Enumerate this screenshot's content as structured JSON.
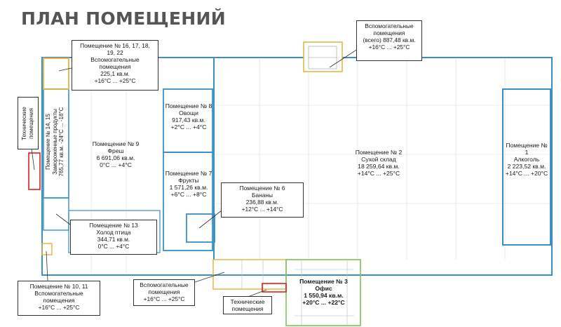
{
  "title": "ПЛАН ПОМЕЩЕНИЙ",
  "colors": {
    "wall_blue": "#3a8fc7",
    "wall_orange": "#e0b43c",
    "wall_red": "#e02020",
    "wall_green": "#7cbf59",
    "grid": "#dcdcdc"
  },
  "rooms": {
    "r2": {
      "l1": "Помещение № 2",
      "l2": "Сухой склад",
      "l3": "18 259,64 кв.м.",
      "l4": "+14°С ... +25°С"
    },
    "r1": {
      "l1": "Помещение № 1",
      "l2": "Алкоголь",
      "l3": "2 223,52 кв.м.",
      "l4": "+14°С ... +20°С"
    },
    "r9": {
      "l1": "Помещение № 9",
      "l2": "Фреш",
      "l3": "6 691,06 кв.м.",
      "l4": "0°С ... +4°С"
    },
    "r8": {
      "l1": "Помещение № 8",
      "l2": "Овощи",
      "l3": "917,43 кв.м.",
      "l4": "+2°С ... +4°С"
    },
    "r7": {
      "l1": "Помещение № 7",
      "l2": "Фрукты",
      "l3": "1 571,26 кв.м.",
      "l4": "+6°С ... +8°С"
    },
    "r1415": {
      "l1": "Помещение № 14, 15",
      "l2": "Замороженные продукты",
      "l3": "765,77 кв.м. -24°С ... -18°С"
    },
    "r3": {
      "l1": "Помещение № 3",
      "l2": "Офис",
      "l3": "1 550,94 кв.м.",
      "l4": "+20°С ... +22°С"
    }
  },
  "callouts": {
    "aux_top": {
      "l1": "Вспомогательные",
      "l2": "помещения",
      "l3": "(всего) 887,48 кв.м.",
      "l4": "+16°С ... +25°С"
    },
    "r16": {
      "l1": "Помещение № 16, 17, 18,",
      "l2": "19, 22",
      "l3": "Вспомогательные",
      "l4": "помещения",
      "l5": "225,1 кв.м.",
      "l6": "+16°С ... +25°С"
    },
    "tech_left": {
      "l1": "Технические",
      "l2": "помещения"
    },
    "r13": {
      "l1": "Помещение № 13",
      "l2": "Холод птица",
      "l3": "344,71 кв.м.",
      "l4": "0°С ... +4°С"
    },
    "r6": {
      "l1": "Помещение № 6",
      "l2": "Бананы",
      "l3": "236,88 кв.м.",
      "l4": "+12°С ... +14°С"
    },
    "r1011": {
      "l1": "Помещение № 10, 11",
      "l2": "Вспомогательные",
      "l3": "помещения",
      "l4": "+16°С ... +25°С"
    },
    "aux_bottom": {
      "l1": "Вспомогательные",
      "l2": "помещения",
      "l3": "+16°С ... +25°С"
    },
    "tech_bottom": {
      "l1": "Технические",
      "l2": "помещения"
    }
  }
}
